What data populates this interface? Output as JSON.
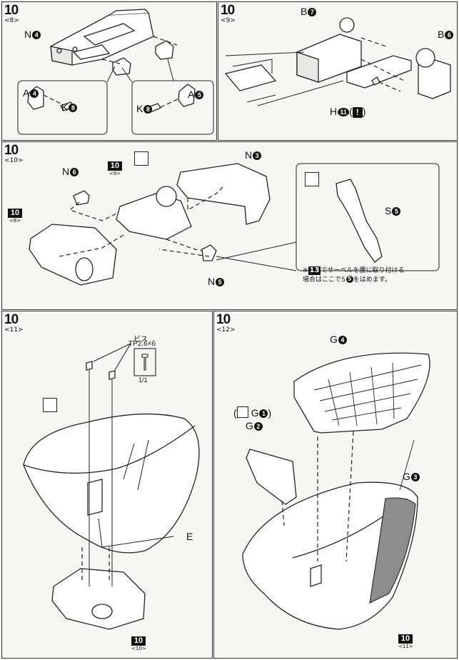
{
  "panels": [
    {
      "id": "p1",
      "step": "10",
      "sub": "<8>",
      "labels": {
        "n4": "N",
        "n4c": "4",
        "a4": "A",
        "a4c": "4",
        "k8a": "K",
        "k8ac": "8",
        "k8b": "K",
        "k8bc": "8",
        "a5": "A",
        "a5c": "5"
      }
    },
    {
      "id": "p2",
      "step": "10",
      "sub": "<9>",
      "labels": {
        "b7": "B",
        "b7c": "7",
        "b6": "B",
        "b6c": "6",
        "h11": "H",
        "h11c": "11",
        "paren_open": "(",
        "paren_close": ")",
        "warn": "!"
      }
    },
    {
      "id": "p3",
      "step": "10",
      "sub": "<10>",
      "labels": {
        "n3": "N",
        "n3c": "3",
        "n6": "N",
        "n6c": "6",
        "n5": "N",
        "n5c": "5",
        "s5": "S",
        "s5c": "5"
      },
      "refs": [
        {
          "num": "10",
          "sub": "<9>"
        },
        {
          "num": "10",
          "sub": "<8>"
        }
      ],
      "note": {
        "line1_pre": "※",
        "line1_box": "13",
        "line1_post": "でサーベルを腰に取り付ける",
        "line2": "場合はここでS",
        "line2c": "5",
        "line2_post": "をはめます。"
      }
    },
    {
      "id": "p4",
      "step": "10",
      "sub": "<11>",
      "labels": {
        "screw_title": "ビス",
        "screw_spec": "TP2.6×6",
        "screw_ratio": "1/1",
        "e": "E"
      },
      "refs": [
        {
          "num": "10",
          "sub": "<10>"
        }
      ]
    },
    {
      "id": "p5",
      "step": "10",
      "sub": "<12>",
      "labels": {
        "g4": "G",
        "g4c": "4",
        "g1_open": "(",
        "g1": "G",
        "g1c": "1",
        "g1_close": ")",
        "g2": "G",
        "g2c": "2",
        "g3": "G",
        "g3c": "3"
      },
      "refs": [
        {
          "num": "10",
          "sub": "<11>"
        }
      ]
    }
  ]
}
